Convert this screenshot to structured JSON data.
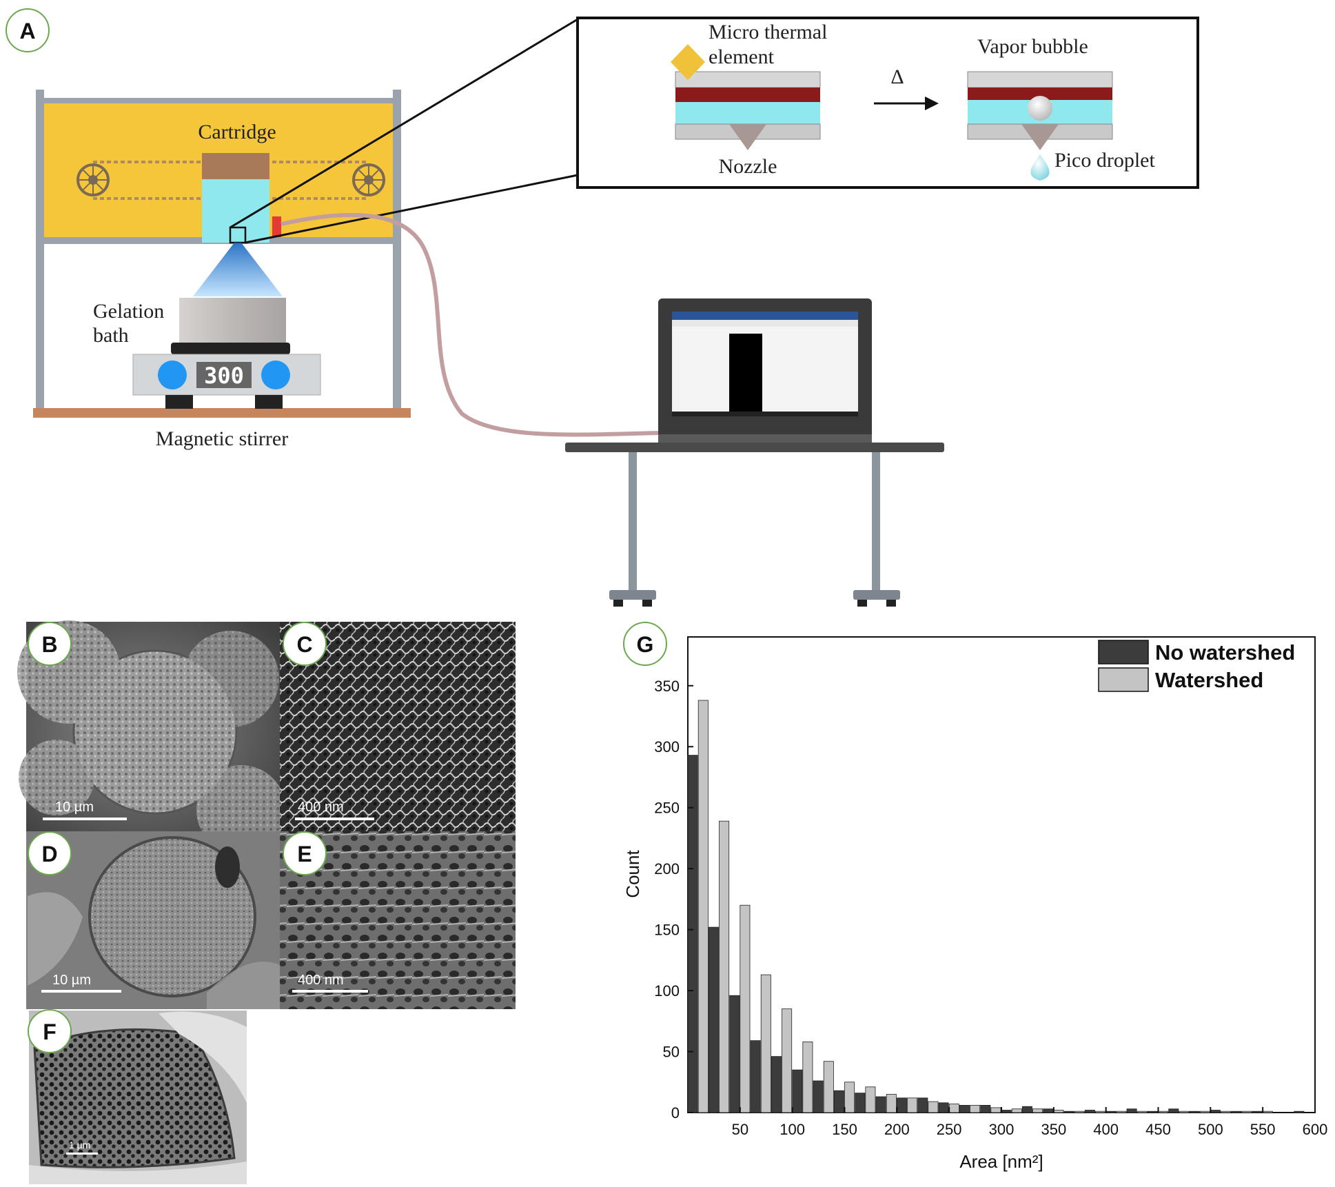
{
  "panels": {
    "a": "A",
    "b": "B",
    "c": "C",
    "d": "D",
    "e": "E",
    "f": "F",
    "g": "G"
  },
  "setup": {
    "cartridge": "Cartridge",
    "gelation_line1": "Gelation",
    "gelation_line2": "bath",
    "stirrer_display": "300",
    "stirrer": "Magnetic stirrer"
  },
  "inset": {
    "micro_thermal_line1": "Micro thermal",
    "micro_thermal_line2": "element",
    "delta": "Δ",
    "vapor_bubble": "Vapor bubble",
    "nozzle": "Nozzle",
    "pico_droplet": "Pico droplet"
  },
  "sem": {
    "b_scale": "10 µm",
    "c_scale": "400 nm",
    "d_scale": "10 µm",
    "e_scale": "400 nm",
    "f_scale": "1 µm"
  },
  "colors": {
    "frame": "#9aa3ac",
    "cartridge_bg": "#f6c63a",
    "cyan": "#8ee8ee",
    "brown": "#a87a5a",
    "no_watershed": "#3c3c3c",
    "watershed": "#c4c4c4"
  },
  "chart_data": {
    "type": "bar",
    "xlabel": "Area [nm²]",
    "ylabel": "Count",
    "xlim": [
      0,
      600
    ],
    "ylim": [
      0,
      390
    ],
    "xticks": [
      50,
      100,
      150,
      200,
      250,
      300,
      350,
      400,
      450,
      500,
      550,
      600
    ],
    "yticks": [
      0,
      50,
      100,
      150,
      200,
      250,
      300,
      350
    ],
    "bin_width": 20,
    "x": [
      10,
      30,
      50,
      70,
      90,
      110,
      130,
      150,
      170,
      190,
      210,
      230,
      250,
      270,
      290,
      310,
      330,
      350,
      370,
      390,
      410,
      430,
      450,
      470,
      490,
      510,
      530,
      550,
      570,
      590
    ],
    "legend_position": "top-right",
    "series": [
      {
        "name": "No watershed",
        "values": [
          293,
          152,
          96,
          59,
          46,
          35,
          26,
          18,
          16,
          13,
          12,
          12,
          8,
          6,
          6,
          2,
          5,
          3,
          1,
          2,
          1,
          3,
          1,
          3,
          1,
          2,
          1,
          1,
          0,
          1
        ]
      },
      {
        "name": "Watershed",
        "values": [
          338,
          239,
          170,
          113,
          85,
          58,
          42,
          25,
          21,
          15,
          12,
          9,
          7,
          6,
          4,
          3,
          3,
          2,
          1,
          1,
          1,
          1,
          1,
          1,
          1,
          1,
          1,
          1,
          0,
          0
        ]
      }
    ]
  }
}
